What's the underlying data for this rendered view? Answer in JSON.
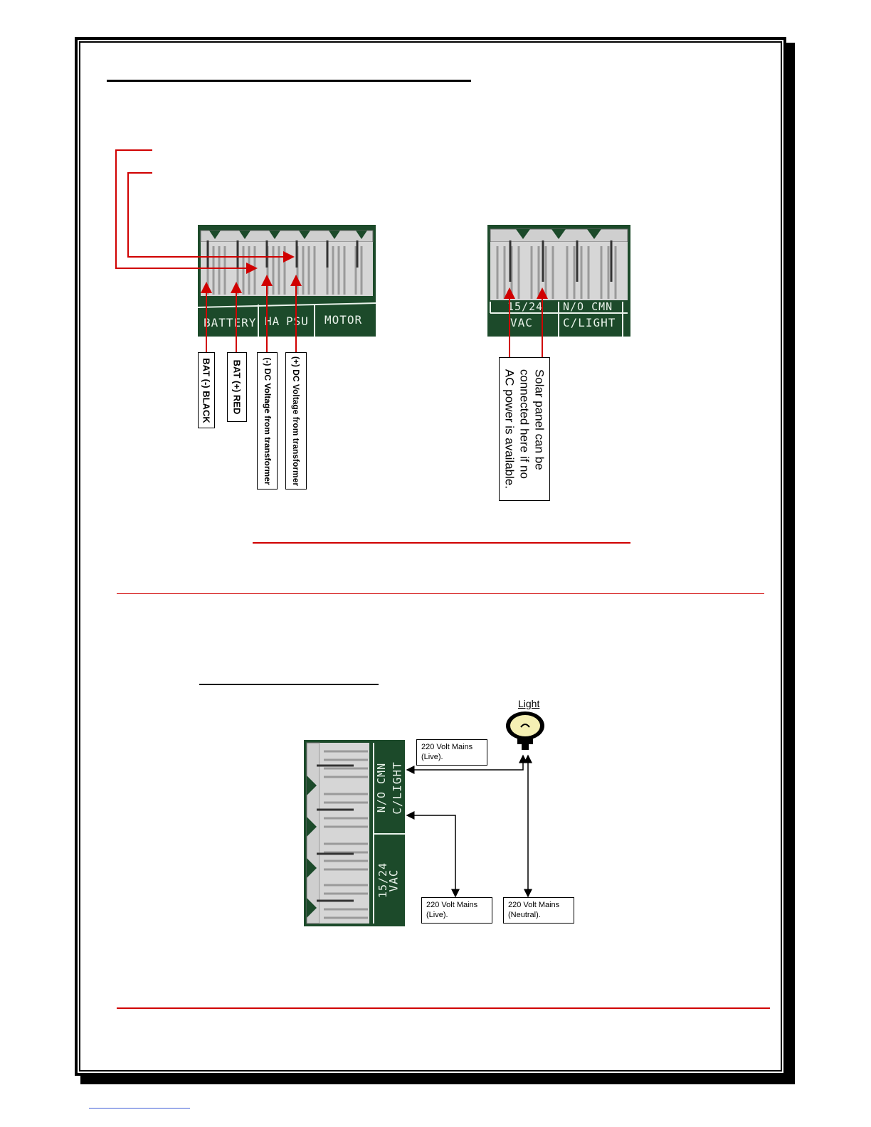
{
  "diagram1": {
    "left_terminal_labels": [
      "BATTERY",
      "HA",
      "PSU",
      "MOTOR"
    ],
    "right_terminal_labels_top": [
      "15/24",
      "N/O CMN"
    ],
    "right_terminal_labels_bottom": [
      "VAC",
      "C/LIGHT"
    ],
    "callouts": {
      "bat_neg": "BAT (-) BLACK",
      "bat_pos": "BAT (+) RED",
      "dc_neg": "(-) DC Voltage from transformer",
      "dc_pos": "(+) DC Voltage from transformer",
      "solar": "Solar panel can be\nconnected here if no\nAC power is available."
    }
  },
  "diagram2": {
    "light_label": "Light",
    "terminal_labels": [
      "N/O CMN",
      "C/LIGHT",
      "15/24",
      "VAC"
    ],
    "boxes": {
      "top_live": "220 Volt Mains\n(Live).",
      "bottom_live": "220 Volt Mains\n(Live).",
      "bottom_neutral": "220 Volt Mains\n(Neutral)."
    }
  },
  "colors": {
    "rule_red": "#d00000",
    "board_green": "#0f3a1e",
    "connector_grey": "#c9c9c9"
  }
}
